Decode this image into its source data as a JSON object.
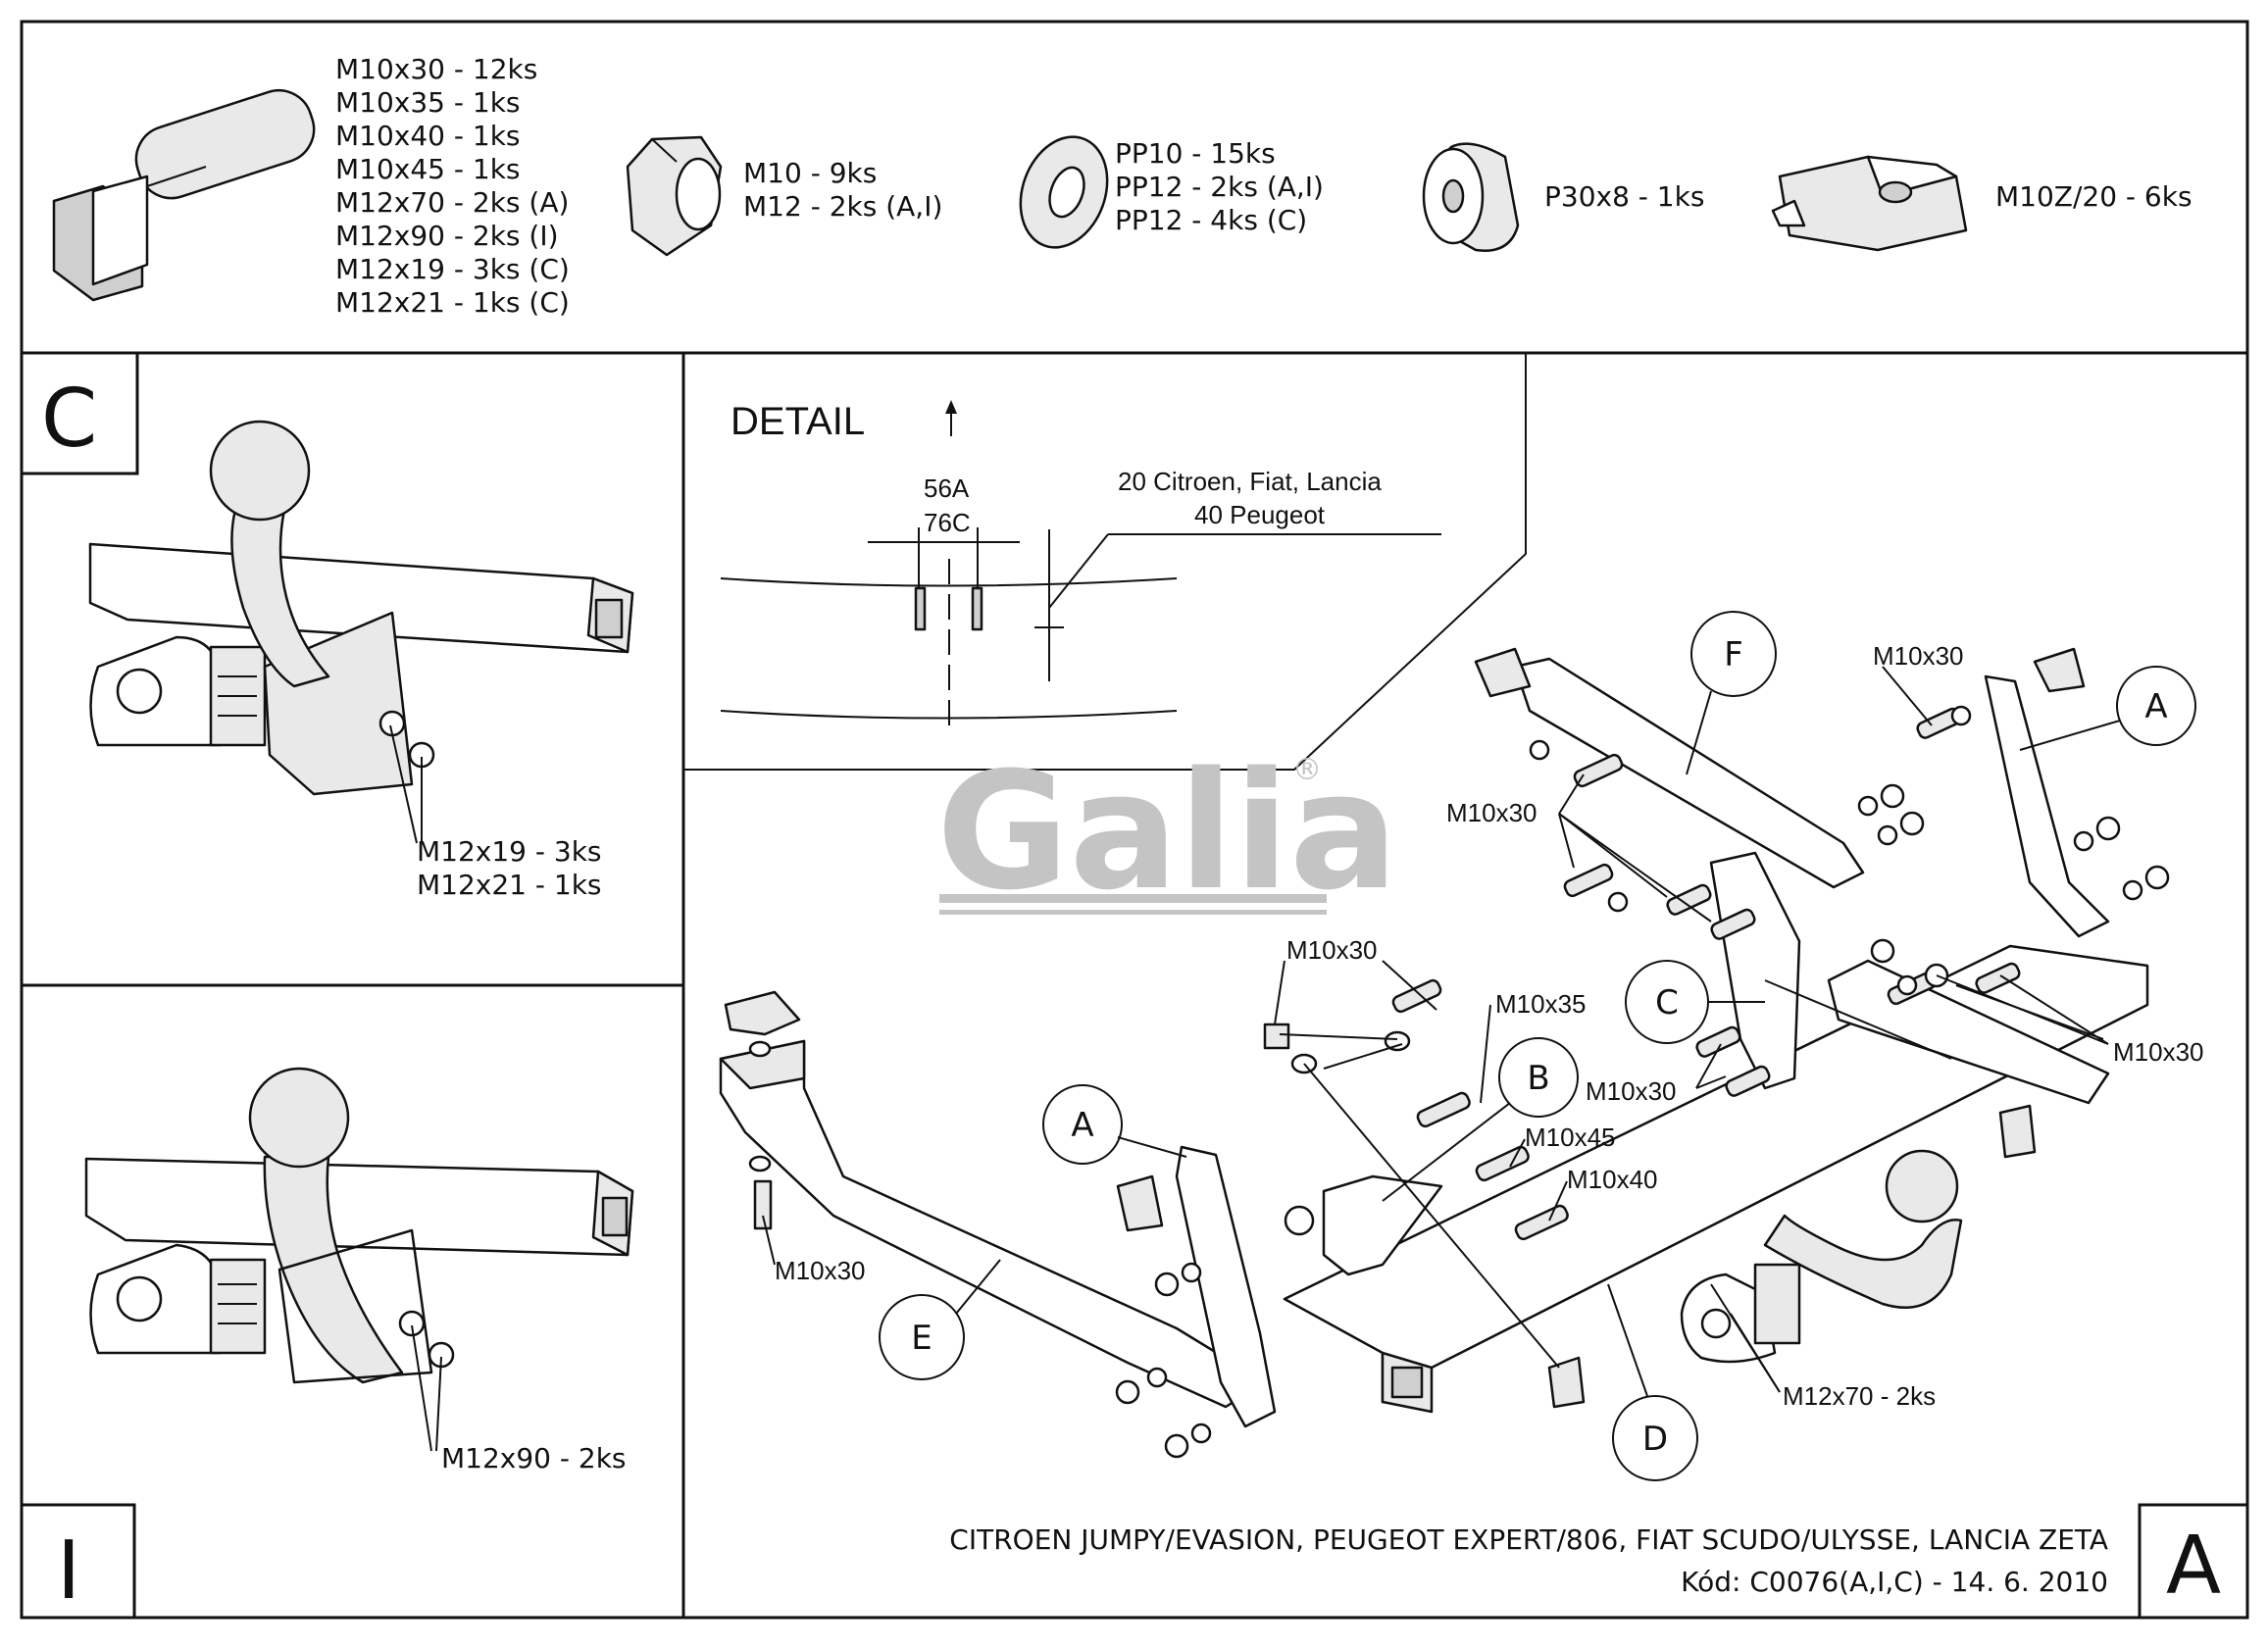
{
  "parts_legend": {
    "bolts": [
      "M10x30 - 12ks",
      "M10x35 - 1ks",
      "M10x40 - 1ks",
      "M10x45 - 1ks",
      "M12x70 - 2ks (A)",
      "M12x90 - 2ks (I)",
      "M12x19 - 3ks (C)",
      "M12x21 - 1ks (C)"
    ],
    "nuts": [
      "M10 - 9ks",
      "M12 - 2ks (A,I)"
    ],
    "washers": [
      "PP10 - 15ks",
      "PP12 - 2ks (A,I)",
      "PP12 - 4ks (C)"
    ],
    "spacer": "P30x8 - 1ks",
    "cage_nut": "M10Z/20 - 6ks"
  },
  "panel_c": {
    "letter": "C",
    "callout": [
      "M12x19 - 3ks",
      "M12x21 - 1ks"
    ]
  },
  "panel_i": {
    "letter": "I",
    "callout": "M12x90 - 2ks"
  },
  "detail": {
    "title": "DETAIL",
    "dim_top": "56A",
    "dim_bottom": "76C",
    "note_line1": "20 Citroen, Fiat, Lancia",
    "note_line2": "40 Peugeot"
  },
  "logo": {
    "text": "Galia",
    "mark": "®"
  },
  "assembly": {
    "circles": {
      "f": "F",
      "a_right": "A",
      "c": "C",
      "b": "B",
      "a_left": "A",
      "e": "E",
      "d": "D"
    },
    "labels": {
      "m10x30_top": "M10x30",
      "m10x30_left": "M10x30",
      "m10x30_mid": "M10x30",
      "m10x35": "M10x35",
      "m10x45": "M10x45",
      "m10x40": "M10x40",
      "m10x30_c": "M10x30",
      "m10x30_right": "M10x30",
      "m10x30_bottom": "M10x30",
      "m12x70": "M12x70 - 2ks"
    }
  },
  "footer": {
    "title": "CITROEN JUMPY/EVASION, PEUGEOT EXPERT/806, FIAT SCUDO/ULYSSE, LANCIA ZETA",
    "code": "Kód: C0076(A,I,C) - 14. 6. 2010",
    "variant": "A"
  }
}
